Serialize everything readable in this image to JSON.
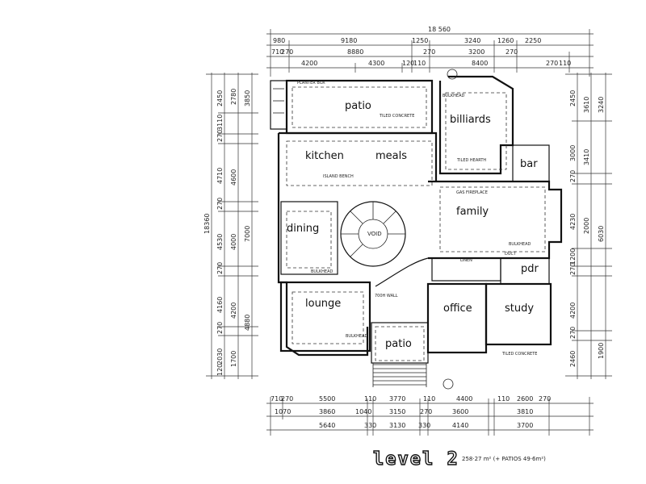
{
  "rooms": {
    "patio_top": "patio",
    "billiards": "billiards",
    "kitchen": "kitchen",
    "meals": "meals",
    "bar": "bar",
    "family": "family",
    "dining": "dining",
    "void": "VOID",
    "pdr": "pdr",
    "lounge": "lounge",
    "office": "office",
    "study": "study",
    "patio_bottom": "patio"
  },
  "notes": {
    "planter_box": "PLANTER BOX",
    "tiled_concrete_top": "TILED CONCRETE",
    "tiled_concrete_bottom": "TILED CONCRETE",
    "island_bench": "ISLAND BENCH",
    "tiled_hearth": "TILED HEARTH",
    "gas_fireplace": "GAS FIREPLACE",
    "bulkhead_1": "BULKHEAD",
    "bulkhead_2": "BULKHEAD",
    "bulkhead_3": "BULKHEAD",
    "bulkhead_4": "BULKHEAD",
    "linen": "LINEN",
    "sloping_wall": "700H WALL",
    "duct": "DUCT"
  },
  "title": "level 2",
  "area": "258·27 m² (+ PATIOS 49·6m²)",
  "dims_top": {
    "overall": "18 560",
    "r1": [
      "980",
      "9180",
      "1250",
      "3240",
      "1260",
      "2250"
    ],
    "r2": [
      "710",
      "270",
      "8880",
      "270",
      "3200",
      "270"
    ],
    "r3": [
      "4200",
      "4300",
      "120",
      "110",
      "8400",
      "270",
      "110"
    ]
  },
  "dims_bottom": {
    "r1": [
      "710",
      "270",
      "5500",
      "110",
      "3770",
      "110",
      "4400",
      "110",
      "2600",
      "270"
    ],
    "r2": [
      "1070",
      "3860",
      "1040",
      "3150",
      "270",
      "3600",
      "3810"
    ],
    "r3": [
      "5640",
      "330",
      "3130",
      "330",
      "4140",
      "3700"
    ]
  },
  "dims_left": {
    "overall": "18360",
    "r1": [
      "2450",
      "3110",
      "270",
      "4710",
      "270",
      "4530",
      "270",
      "4160",
      "270",
      "2030",
      "120"
    ],
    "r2": [
      "2780",
      "4600",
      "4000",
      "4200",
      "1700"
    ],
    "r3": [
      "3850",
      "7000",
      "4880"
    ]
  },
  "dims_right": {
    "r1": [
      "2450",
      "3000",
      "270",
      "4230",
      "1200",
      "270",
      "4200",
      "270",
      "2460"
    ],
    "r2": [
      "3610",
      "3410",
      "2000",
      "3240",
      "6030",
      "1900"
    ]
  }
}
